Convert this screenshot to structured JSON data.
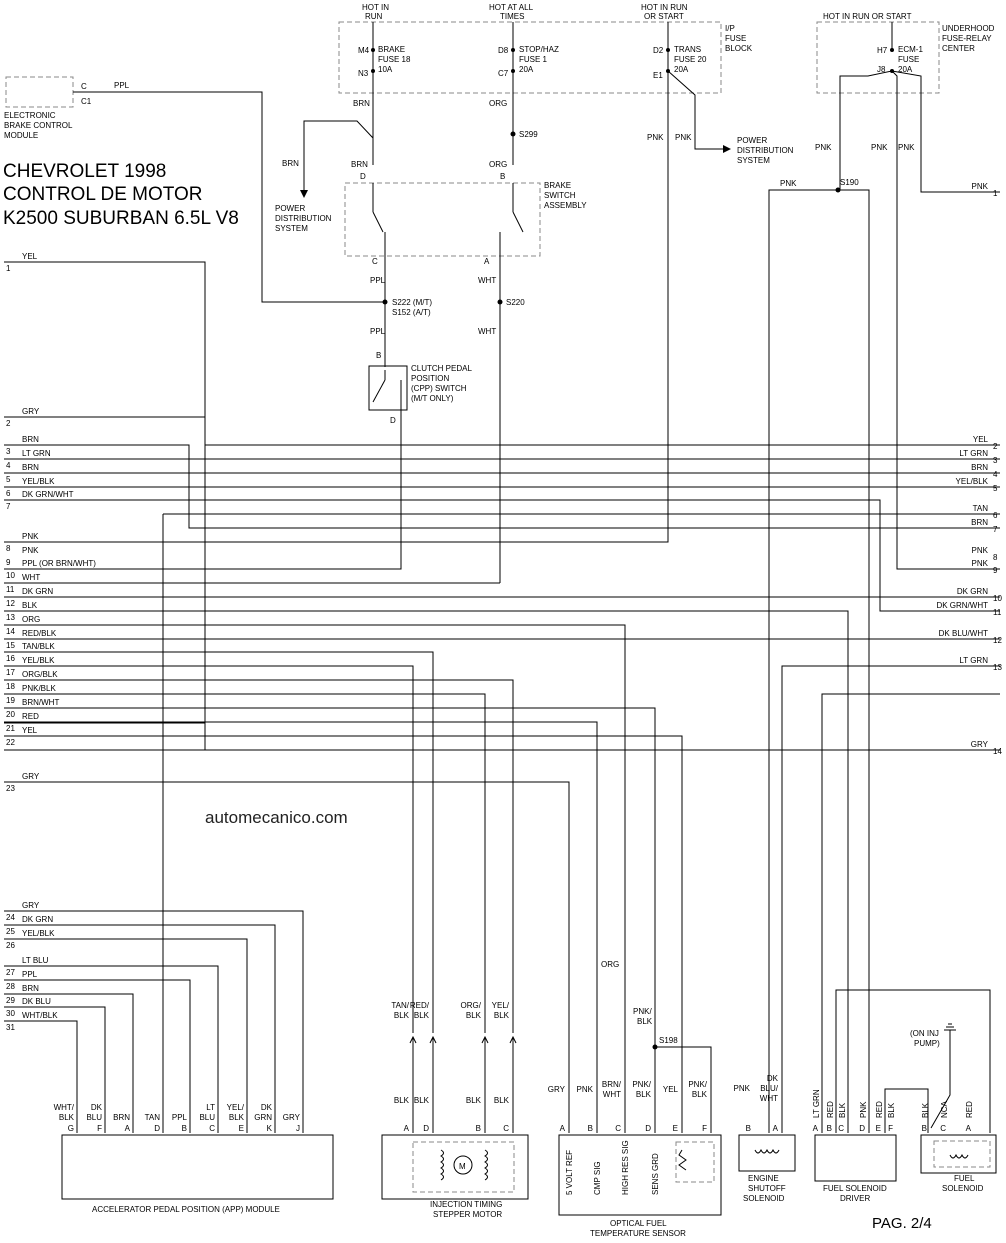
{
  "header": {
    "title_line1": "CHEVROLET 1998",
    "title_line2": "CONTROL DE MOTOR",
    "title_line3": "K2500 SUBURBAN 6.5L V8",
    "watermark": "automecanico.com",
    "page_label": "PAG. 2/4"
  },
  "power": {
    "hot_in_run": [
      "HOT IN",
      "RUN"
    ],
    "hot_at_all_times": [
      "HOT AT ALL",
      "TIMES"
    ],
    "hot_in_run_or_start": [
      "HOT IN RUN",
      "OR START"
    ],
    "hot_in_run_or_start_2": "HOT IN RUN OR START",
    "ip_fuse_block": [
      "I/P",
      "FUSE",
      "BLOCK"
    ],
    "underhood": [
      "UNDERHOOD",
      "FUSE-RELAY",
      "CENTER"
    ],
    "pds": [
      "POWER",
      "DISTRIBUTION",
      "SYSTEM"
    ],
    "fuse_brake": [
      "BRAKE",
      "FUSE 18",
      "10A"
    ],
    "fuse_stop": [
      "STOP/HAZ",
      "FUSE 1",
      "20A"
    ],
    "fuse_trans": [
      "TRANS",
      "FUSE 20",
      "20A"
    ],
    "fuse_ecm": [
      "ECM-1",
      "FUSE",
      "20A"
    ],
    "pins": {
      "m4": "M4",
      "n3": "N3",
      "d8": "D8",
      "c7": "C7",
      "d2": "D2",
      "e1": "E1",
      "h7": "H7",
      "j8": "J8"
    }
  },
  "components": {
    "ebcm": [
      "ELECTRONIC",
      "BRAKE CONTROL",
      "MODULE"
    ],
    "ebcm_c": "C",
    "ebcm_c1": "C1",
    "brake_switch": [
      "BRAKE",
      "SWITCH",
      "ASSEMBLY"
    ],
    "clutch": [
      "CLUTCH PEDAL",
      "POSITION",
      "(CPP) SWITCH",
      "(M/T ONLY)"
    ],
    "app_module": "ACCELERATOR PEDAL POSITION (APP) MODULE",
    "stepper": [
      "INJECTION TIMING",
      "STEPPER MOTOR"
    ],
    "optical": [
      "OPTICAL FUEL",
      "TEMPERATURE SENSOR"
    ],
    "shutoff": [
      "ENGINE",
      "SHUTOFF",
      "SOLENOID"
    ],
    "fsd": [
      "FUEL SOLENOID",
      "DRIVER"
    ],
    "fuel_sol": [
      "FUEL",
      "SOLENOID"
    ],
    "on_inj_pump": [
      "(ON INJ",
      "PUMP)"
    ],
    "motor_symbol": "M"
  },
  "splices": {
    "s299": "S299",
    "s222": "S222 (M/T)",
    "s152": "S152 (A/T)",
    "s220": "S220",
    "s190": "S190",
    "s198": "S198"
  },
  "misc_labels": {
    "brn": "BRN",
    "org": "ORG",
    "ppl": "PPL",
    "wht": "WHT",
    "pnk": "PNK",
    "pin_d": "D",
    "pin_b": "B",
    "pin_c": "C",
    "pin_a": "A"
  },
  "left_wires": [
    {
      "n": "1",
      "color": "YEL"
    },
    {
      "n": "2",
      "color": "GRY"
    },
    {
      "n": "3",
      "color": "BRN"
    },
    {
      "n": "4",
      "color": "LT GRN"
    },
    {
      "n": "5",
      "color": "BRN"
    },
    {
      "n": "6",
      "color": "YEL/BLK"
    },
    {
      "n": "7",
      "color": "DK GRN/WHT"
    },
    {
      "n": "8",
      "color": "PNK"
    },
    {
      "n": "9",
      "color": "PNK"
    },
    {
      "n": "10",
      "color": "PPL (OR BRN/WHT)"
    },
    {
      "n": "11",
      "color": "WHT"
    },
    {
      "n": "12",
      "color": "DK GRN"
    },
    {
      "n": "13",
      "color": "BLK"
    },
    {
      "n": "14",
      "color": "ORG"
    },
    {
      "n": "15",
      "color": "RED/BLK"
    },
    {
      "n": "16",
      "color": "TAN/BLK"
    },
    {
      "n": "17",
      "color": "YEL/BLK"
    },
    {
      "n": "18",
      "color": "ORG/BLK"
    },
    {
      "n": "19",
      "color": "PNK/BLK"
    },
    {
      "n": "20",
      "color": "BRN/WHT"
    },
    {
      "n": "21",
      "color": "RED"
    },
    {
      "n": "22",
      "color": "YEL"
    },
    {
      "n": "23",
      "color": "GRY"
    },
    {
      "n": "24",
      "color": "GRY"
    },
    {
      "n": "25",
      "color": "DK GRN"
    },
    {
      "n": "26",
      "color": "YEL/BLK"
    },
    {
      "n": "27",
      "color": "LT BLU"
    },
    {
      "n": "28",
      "color": "PPL"
    },
    {
      "n": "29",
      "color": "BRN"
    },
    {
      "n": "30",
      "color": "DK BLU"
    },
    {
      "n": "31",
      "color": "WHT/BLK"
    }
  ],
  "right_wires": [
    {
      "n": "1",
      "color": "PNK"
    },
    {
      "n": "2",
      "color": "YEL"
    },
    {
      "n": "3",
      "color": "LT GRN"
    },
    {
      "n": "4",
      "color": "BRN"
    },
    {
      "n": "5",
      "color": "YEL/BLK"
    },
    {
      "n": "6",
      "color": "TAN"
    },
    {
      "n": "7",
      "color": "BRN"
    },
    {
      "n": "8",
      "color": "PNK"
    },
    {
      "n": "9",
      "color": "PNK"
    },
    {
      "n": "10",
      "color": "DK GRN"
    },
    {
      "n": "11",
      "color": "DK GRN/WHT"
    },
    {
      "n": "12",
      "color": "DK BLU/WHT"
    },
    {
      "n": "13",
      "color": "LT GRN"
    },
    {
      "n": "14",
      "color": "GRY"
    }
  ],
  "app_pins": [
    {
      "wire": [
        "WHT/",
        "BLK"
      ],
      "pin": "G"
    },
    {
      "wire": [
        "DK",
        "BLU"
      ],
      "pin": "F"
    },
    {
      "wire": [
        "BRN"
      ],
      "pin": "A"
    },
    {
      "wire": [
        "TAN"
      ],
      "pin": "D"
    },
    {
      "wire": [
        "PPL"
      ],
      "pin": "B"
    },
    {
      "wire": [
        "LT",
        "BLU"
      ],
      "pin": "C"
    },
    {
      "wire": [
        "YEL/",
        "BLK"
      ],
      "pin": "E"
    },
    {
      "wire": [
        "DK",
        "GRN"
      ],
      "pin": "K"
    },
    {
      "wire": [
        "GRY"
      ],
      "pin": "J"
    }
  ],
  "stepper_pins": [
    {
      "upper": [
        "TAN/",
        "BLK"
      ],
      "lower": "BLK",
      "pin": "A"
    },
    {
      "upper": [
        "RED/",
        "BLK"
      ],
      "lower": "BLK",
      "pin": "D"
    },
    {
      "upper": [
        "ORG/",
        "BLK"
      ],
      "lower": "BLK",
      "pin": "B"
    },
    {
      "upper": [
        "YEL/",
        "BLK"
      ],
      "lower": "BLK",
      "pin": "C"
    }
  ],
  "sensor_pins": [
    {
      "wire": [
        "GRY"
      ],
      "pin": "A",
      "sig": "5 VOLT REF"
    },
    {
      "wire": [
        "PNK"
      ],
      "pin": "B",
      "sig": "CMP SIG"
    },
    {
      "wire": [
        "BRN/",
        "WHT"
      ],
      "pin": "C",
      "sig": "HIGH RES SIG"
    },
    {
      "wire": [
        "PNK/",
        "BLK"
      ],
      "pin": "D",
      "sig": "SENS GRD"
    },
    {
      "wire": [
        "YEL"
      ],
      "pin": "E",
      "sig": ""
    },
    {
      "wire": [
        "PNK/",
        "BLK"
      ],
      "pin": "F",
      "sig": ""
    }
  ],
  "sensor_upper": {
    "org": "ORG",
    "pnkblk": [
      "PNK/",
      "BLK"
    ]
  },
  "shutoff_pins": [
    {
      "wire": [
        "PNK"
      ],
      "pin": "B"
    },
    {
      "wire": [
        "DK",
        "BLU/",
        "WHT"
      ],
      "pin": "A"
    }
  ],
  "fsd_pins": [
    {
      "wire": "LT GRN",
      "pin": "A"
    },
    {
      "wire": "RED",
      "pin": "B"
    },
    {
      "wire": "BLK",
      "pin": "C"
    },
    {
      "wire": "PNK",
      "pin": "D"
    },
    {
      "wire": "RED",
      "pin": "E"
    },
    {
      "wire": "BLK",
      "pin": "F"
    }
  ],
  "fuel_sol_pins": [
    {
      "wire": "BLK",
      "pin": "B"
    },
    {
      "wire": "NCA",
      "pin": "C"
    },
    {
      "wire": "RED",
      "pin": "A"
    }
  ]
}
